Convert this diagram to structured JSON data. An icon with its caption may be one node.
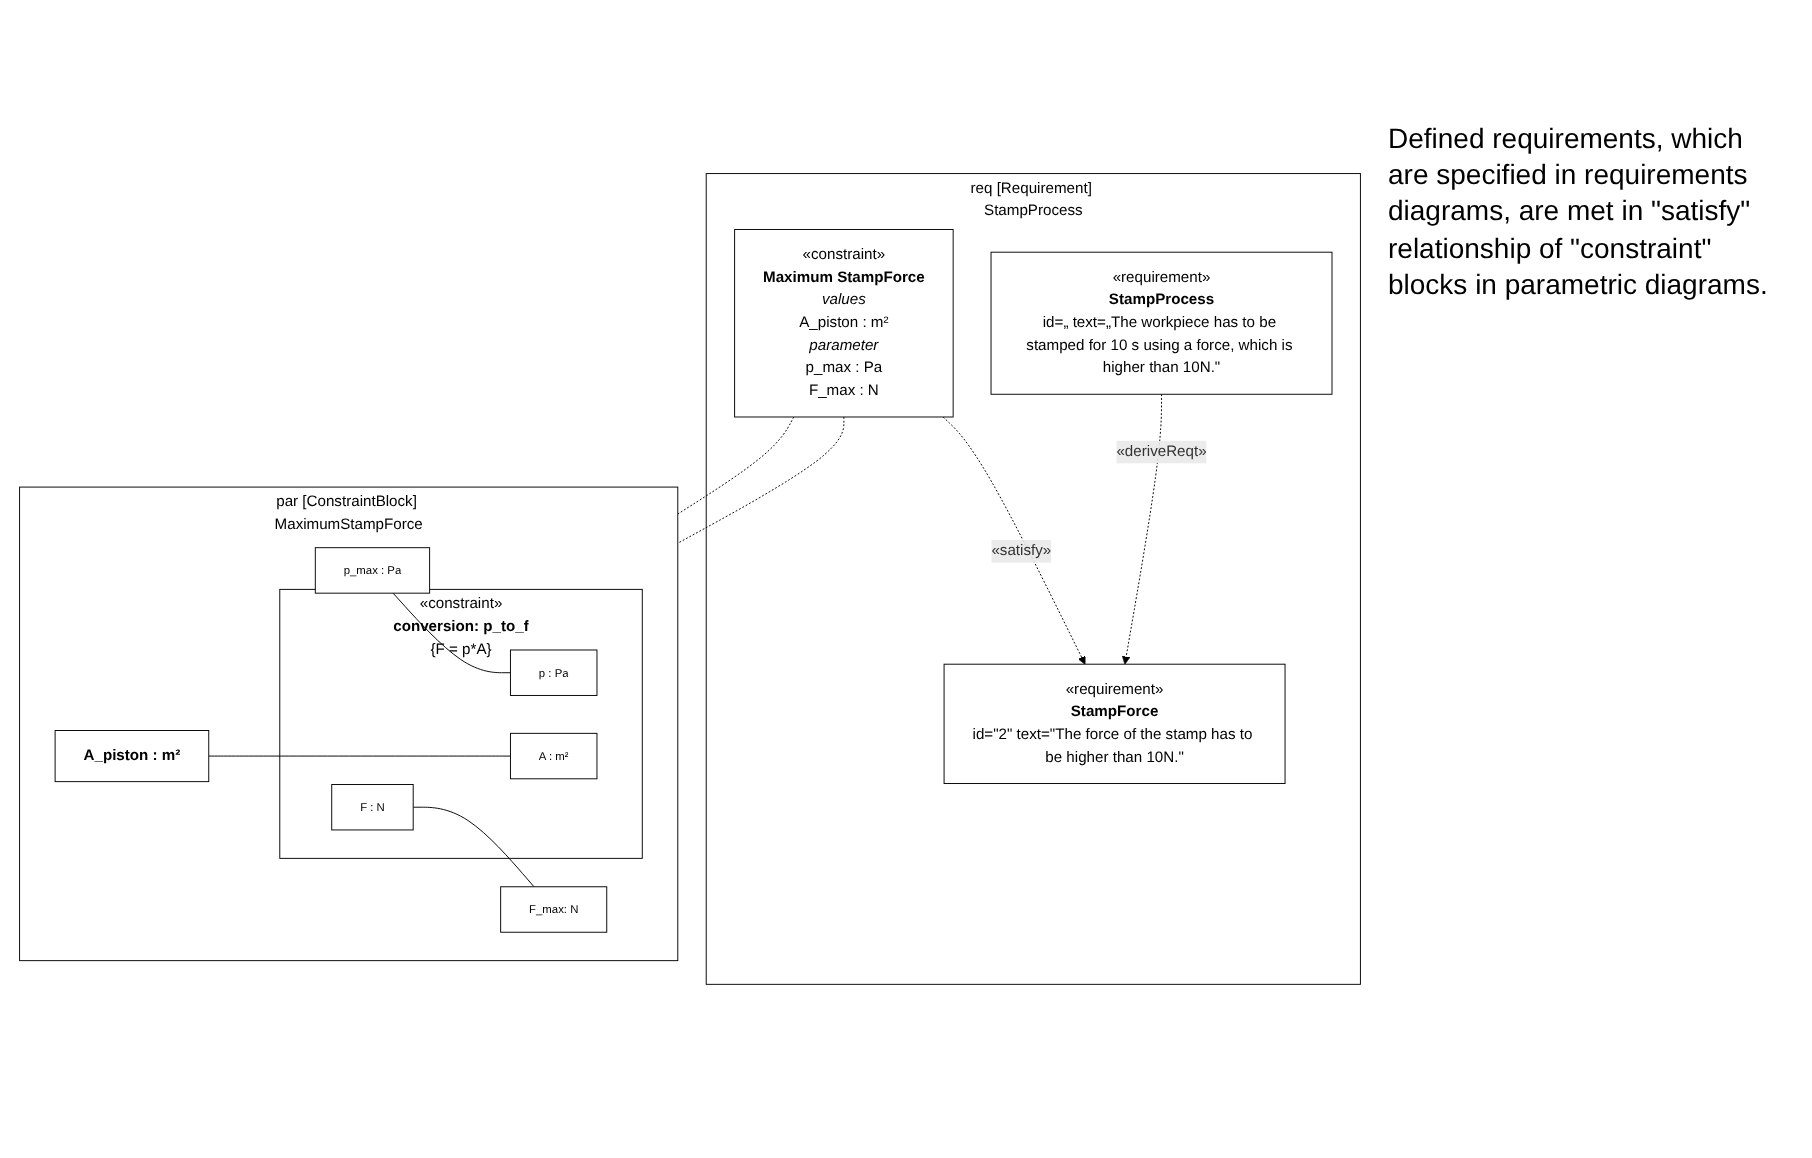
{
  "diagram": {
    "nodes": [
      {
        "text": [
          "req [Requirement] StampProcess"
        ]
      },
      {
        "text": [
          "«constraint»",
          "Maximum StampForce",
          "values",
          "A_piston : m²",
          "parameter",
          "p_max : Pa",
          "F_max : N"
        ],
        "in": 0
      },
      {
        "text": [
          "«requirement»",
          "StampForce",
          "id=\"2\" text=\"The force of the stamp has to be higher than 10N.\""
        ],
        "in": 0
      },
      {
        "text": [
          "«requirement»",
          "StampProcess",
          "id=„ text=„The workpiece has to be stamped for 10 s using a force, which is higher than 10N.\""
        ],
        "in": 0
      },
      {
        "text": [
          "par [ConstraintBlock] MaximumStampForce"
        ]
      },
      {
        "text": [
          "p_max : Pa"
        ],
        "in": 4
      },
      {
        "text": [
          "A_piston : m²"
        ],
        "in": 4
      },
      {
        "text": [
          "«constraint»",
          "conversion: p_to_f",
          "{F = p*A}"
        ],
        "in": 4
      },
      {
        "text": [
          "p : Pa"
        ],
        "in": 7
      },
      {
        "text": [
          "A : m²"
        ],
        "in": 7
      },
      {
        "text": [
          "F : N"
        ],
        "in": 7
      },
      {
        "text": [
          "F_max: N"
        ],
        "in": 4
      }
    ],
    "edges": [
      {
        "from": 1,
        "to": 2,
        "arrow": "to",
        "label": "«satisfy»",
        "style": "dashed"
      },
      {
        "from": 3,
        "to": 2,
        "arrow": "to",
        "label": "«deriveReqt»",
        "style": "dashed"
      },
      {
        "from": 1,
        "to": 4,
        "arrow": "none",
        "style": "dashed"
      },
      {
        "from": 1,
        "to": 4,
        "arrow": "none",
        "style": "dashed"
      },
      {
        "from": 5,
        "to": 8,
        "arrow": "none"
      },
      {
        "from": 6,
        "to": 9,
        "arrow": "none"
      },
      {
        "from": 10,
        "to": 11,
        "arrow": "none"
      }
    ],
    "labels": [
      "Defined requirements, which are specified in requirements diagrams, are met in \"satisfy\" relationship of \"constraint\" blocks in parametric diagrams."
    ]
  }
}
